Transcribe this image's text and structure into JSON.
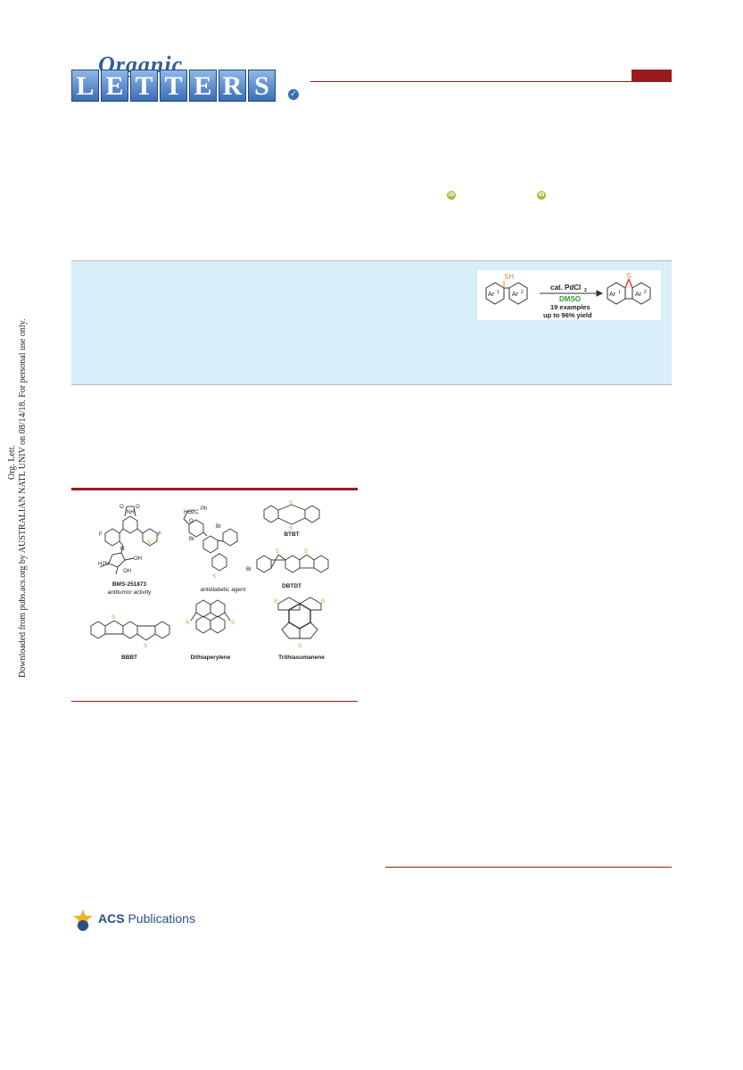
{
  "header": {
    "journal_script": "Organic",
    "journal_letters": [
      "L",
      "E",
      "T",
      "T",
      "E",
      "R",
      "S"
    ],
    "colors": {
      "accent": "#9a1b1f",
      "logo_blue": "#3a6db5",
      "abstract_bg": "#d8eef9",
      "orcid_green": "#9bc332"
    }
  },
  "authors": {
    "orcid_icons": [
      "iD",
      "iD"
    ]
  },
  "toc_graphic": {
    "reactant_group": "SH",
    "aryl_left": "Ar",
    "aryl_left_sup": "1",
    "aryl_right": "Ar",
    "aryl_right_sup": "2",
    "catalyst": "cat. PdCl",
    "catalyst_sub": "2",
    "solvent": "DMSO",
    "examples": "19 examples",
    "yield": "up to 96% yield",
    "product_atom": "S",
    "product_aryl_left": "Ar",
    "product_aryl_left_sup": "1",
    "product_aryl_right": "Ar",
    "product_aryl_right_sup": "2"
  },
  "sidenote": {
    "line1": "Org. Lett.",
    "line2": "Downloaded from pubs.acs.org by AUSTRALIAN NATL UNIV on 08/14/18. For personal use only."
  },
  "figure": {
    "molecules": [
      {
        "name": "BMS-251873",
        "note": "antitumor activity"
      },
      {
        "name": "",
        "note": "antidiabetic agent"
      },
      {
        "name": "BTBT",
        "note": ""
      },
      {
        "name": "DBTDT",
        "note": ""
      },
      {
        "name": "BBBT",
        "note": ""
      },
      {
        "name": "Dithiaperylene",
        "note": ""
      },
      {
        "name": "Trithiasumanene",
        "note": ""
      }
    ],
    "atoms": {
      "nh": "NH",
      "o": "O",
      "f": "F",
      "n": "N",
      "s": "S",
      "oh": "OH",
      "h2n": "H2N",
      "ho2c": "HO2C",
      "ph": "Ph",
      "br": "Br"
    }
  },
  "footer": {
    "publisher_bold": "ACS",
    "publisher_rest": " Publications"
  }
}
